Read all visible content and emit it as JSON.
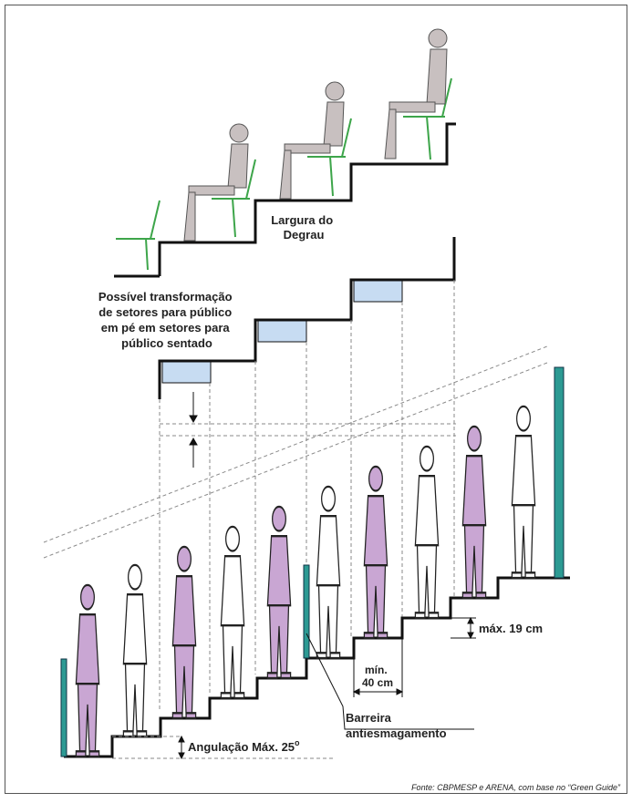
{
  "labels": {
    "step_width": [
      "Largura do",
      "Degrau"
    ],
    "transformation": [
      "Possível transformação",
      "de setores para público",
      "em pé em setores para",
      "público sentado"
    ],
    "max_height": "máx. 19 cm",
    "min_width": [
      "mín.",
      "40 cm"
    ],
    "barrier": [
      "Barreira",
      "antiesmagamento"
    ],
    "max_angle": "Angulação Máx. 25",
    "degree_symbol": "o",
    "source": "Fonte: CBPMESP e ARENA, com base no “Green Guide”"
  },
  "colors": {
    "suit_purple": "#c9a6d3",
    "suit_white": "#ffffff",
    "seated_figure": "#c8c0c0",
    "seat_green": "#3da54a",
    "barrier_teal": "#2c9a93",
    "step_fill_blue": "#c7dcf2",
    "line": "#111111",
    "dashed": "#8a8a8a"
  },
  "figures": {
    "standing_suit_colors": [
      "purple",
      "white",
      "purple",
      "white",
      "purple",
      "white",
      "purple",
      "white",
      "purple",
      "white"
    ],
    "seated_count": 3,
    "seat_count": 4,
    "barrier_count": 3
  }
}
